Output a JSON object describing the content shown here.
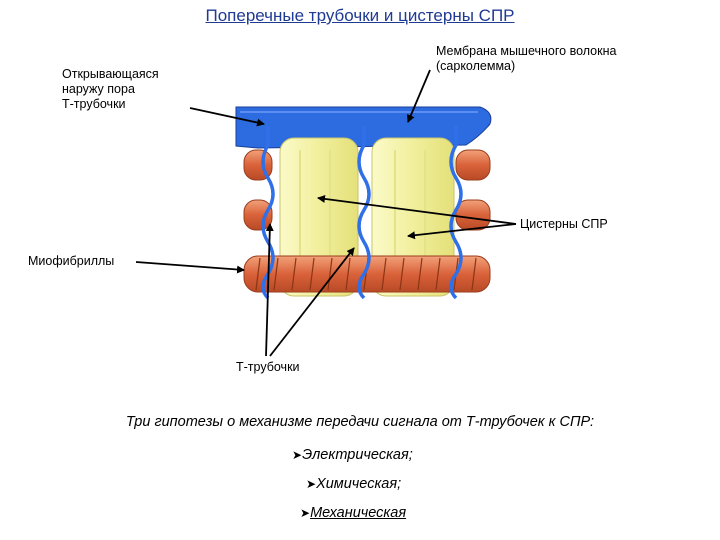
{
  "title": "Поперечные трубочки и цистерны СПР",
  "labels": {
    "membrane": "Мембрана мышечного волокна\n(сарколемма)",
    "pore": "Открывающаяся\nнаружу пора\nТ-трубочки",
    "cisterns": "Цистерны СПР",
    "myofibrils": "Миофибриллы",
    "t_tubules": "Т-трубочки"
  },
  "hypotheses": {
    "heading": "Три гипотезы о механизме передачи сигнала от Т-трубочек к СПР:",
    "items": [
      "Электрическая;",
      "Химическая;",
      "Механическая"
    ]
  },
  "colors": {
    "membrane": "#2d6be0",
    "t_tubule": "#2f6fe8",
    "cistern": "#f3f1a6",
    "myofibril": "#e1703e",
    "title": "#1f3a93"
  }
}
